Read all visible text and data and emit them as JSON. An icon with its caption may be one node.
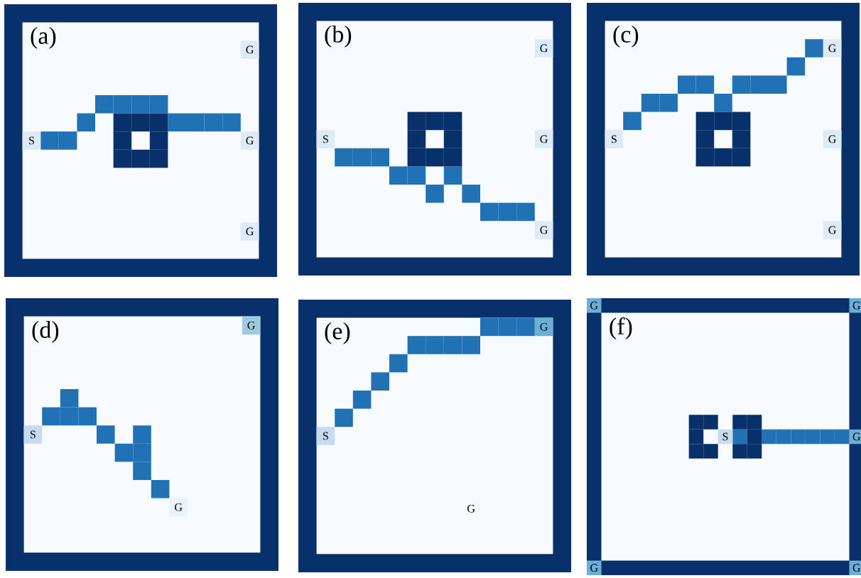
{
  "diagram": {
    "labels": [
      "(a)",
      "G",
      "S",
      "G",
      "G",
      "(b)",
      "G",
      "S",
      "G",
      "G",
      "(c)",
      "G",
      "S",
      "G",
      "G",
      "(d)",
      "G",
      "S",
      "G",
      "(e)",
      "G",
      "S",
      "G",
      "G",
      "G",
      "(f)",
      "S",
      "G",
      "G",
      "G"
    ]
  }
}
